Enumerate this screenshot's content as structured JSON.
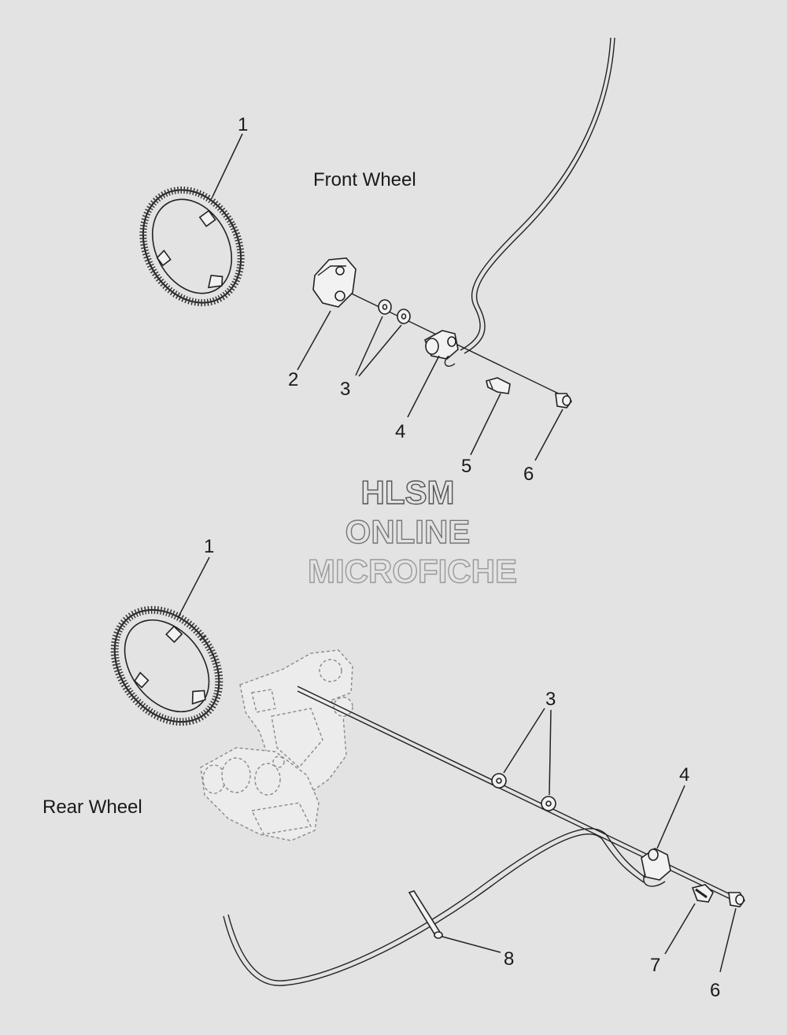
{
  "sections": {
    "front_title": "Front Wheel",
    "rear_title": "Rear Wheel"
  },
  "callouts": {
    "front": [
      "1",
      "2",
      "3",
      "4",
      "5",
      "6"
    ],
    "rear": [
      "1",
      "3",
      "4",
      "8",
      "7",
      "6"
    ]
  },
  "watermark": {
    "line1": "HLSM",
    "line2": "ONLINE",
    "line3": "MICROFICHE"
  }
}
